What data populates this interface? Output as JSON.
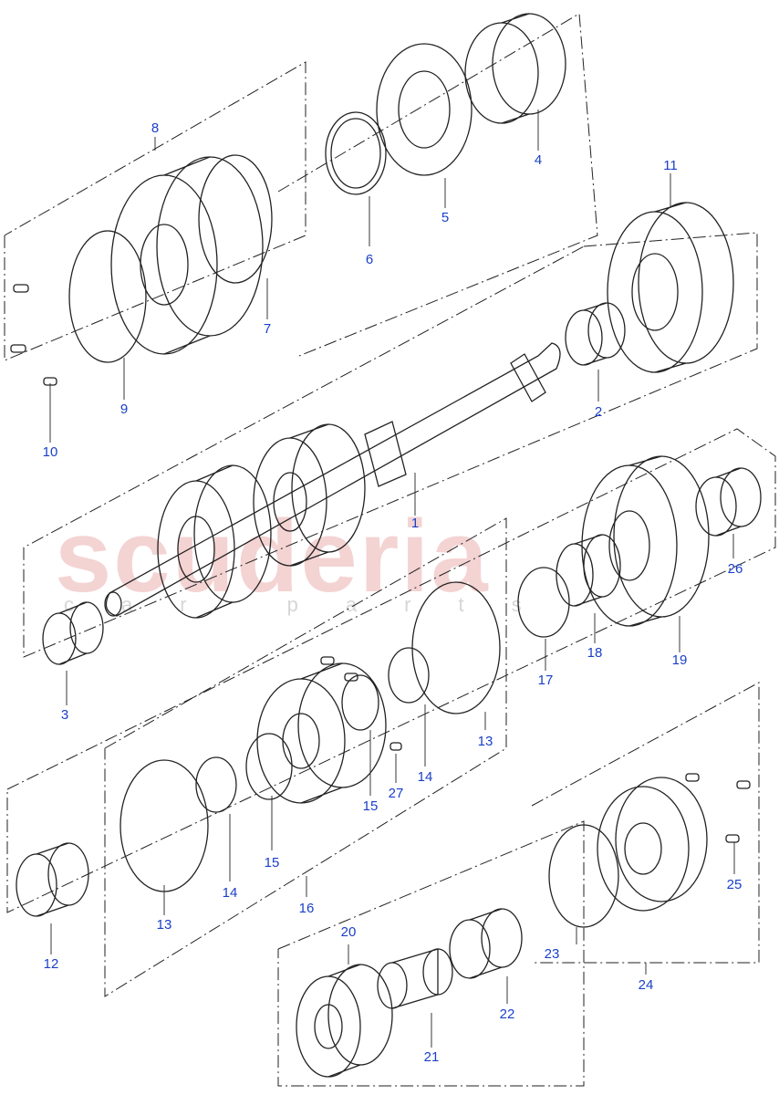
{
  "watermark": {
    "brand": "scuderia",
    "sub": "car parts"
  },
  "callouts": [
    "1",
    "2",
    "3",
    "4",
    "5",
    "6",
    "7",
    "8",
    "9",
    "10",
    "11",
    "12",
    "13",
    "13",
    "14",
    "14",
    "15",
    "15",
    "16",
    "17",
    "18",
    "19",
    "20",
    "21",
    "22",
    "23",
    "24",
    "25",
    "26",
    "27"
  ],
  "colors": {
    "label": "#1a3fc9",
    "line": "#222222"
  }
}
